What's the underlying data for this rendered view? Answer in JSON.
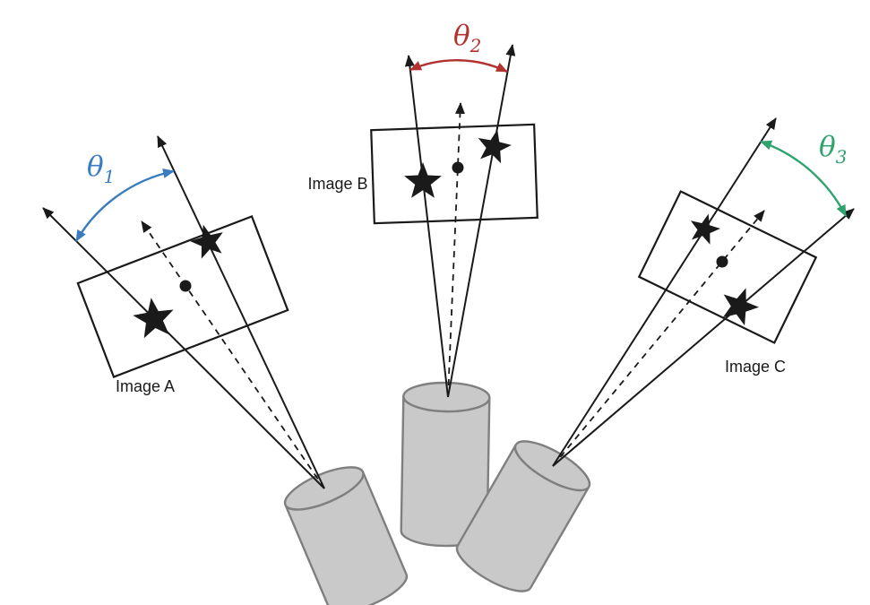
{
  "colors": {
    "ink": "#1a1a1a",
    "camera_fill": "#c9c9c9",
    "camera_stroke": "#7f7f7f",
    "theta1": "#3a7cbf",
    "theta2": "#b23230",
    "theta3": "#2fa36e"
  },
  "labels": {
    "image_a": "Image A",
    "image_b": "Image B",
    "image_c": "Image C",
    "theta1_symbol": "θ",
    "theta1_sub": "1",
    "theta2_symbol": "θ",
    "theta2_sub": "2",
    "theta3_symbol": "θ",
    "theta3_sub": "3"
  }
}
